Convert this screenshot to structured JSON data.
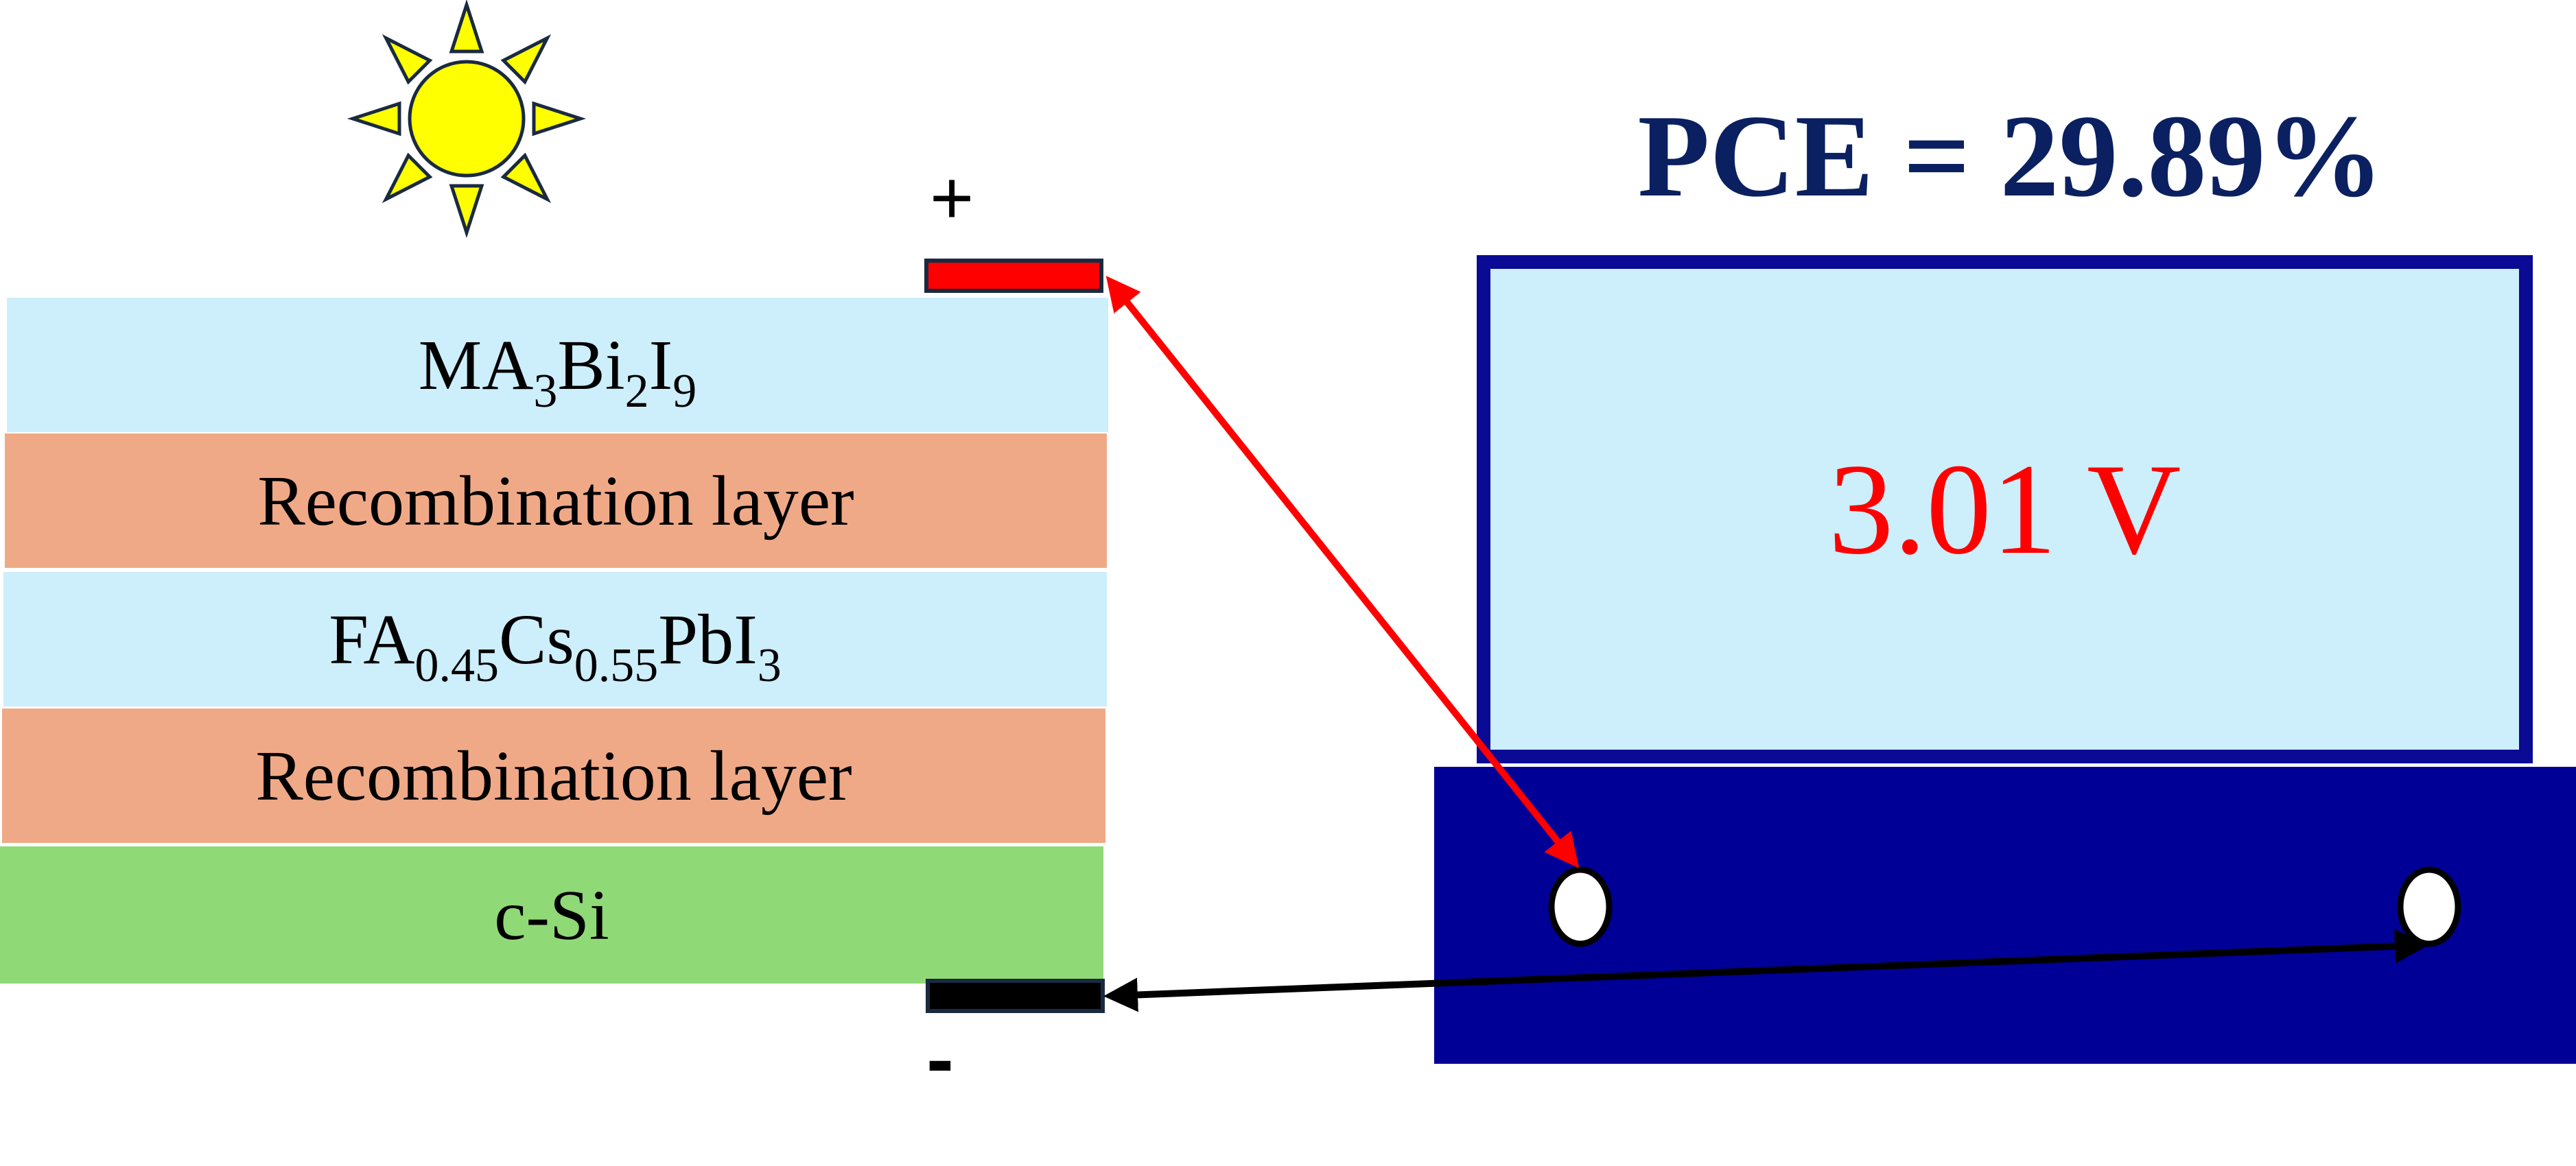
{
  "layers": {
    "top": {
      "base1": "MA",
      "sub1": "3",
      "base2": "Bi",
      "sub2": "2",
      "base3": "I",
      "sub3": "9"
    },
    "recomb1": "Recombination layer",
    "middle": {
      "base1": "FA",
      "sub1": "0.45",
      "base2": "Cs",
      "sub2": "0.55",
      "base3": "PbI",
      "sub3": "3"
    },
    "recomb2": "Recombination layer",
    "bottom": "c-Si"
  },
  "terminals": {
    "positive": "+",
    "negative": "-"
  },
  "meter": {
    "pce": "PCE = 29.89%",
    "voltage": "3.01 V"
  },
  "colors": {
    "perovskite": "#cdeefb",
    "recombination": "#f0a987",
    "silicon": "#90d977",
    "positive_wire": "#ff0000",
    "negative_wire": "#000000",
    "meter_body": "#000096",
    "pce_text": "#0b2060",
    "sun": "#ffff00"
  }
}
